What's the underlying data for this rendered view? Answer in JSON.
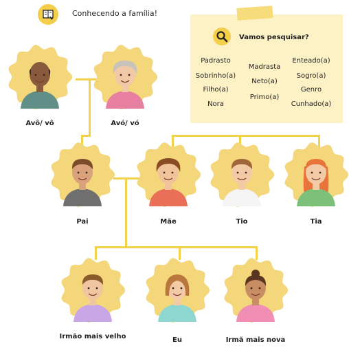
{
  "header": {
    "title": "Conhecendo a família!",
    "icon": "book-pointer-icon"
  },
  "search": {
    "title": "Vamos pesquisar?",
    "icon": "magnifier-icon",
    "col1": [
      "Padrasto",
      "Sobrinho(a)",
      "Filho(a)",
      "Nora"
    ],
    "col2": [
      "Madrasta",
      "Neto(a)",
      "Primo(a)"
    ],
    "col3": [
      "Enteado(a)",
      "Sogro(a)",
      "Genro",
      "Cunhado(a)"
    ]
  },
  "colors": {
    "accent": "#f2d14b",
    "card": "#fdf1c6",
    "blob": "#f3d77a"
  },
  "people": {
    "grandfather": {
      "label": "Avô/ vô",
      "skin": "#8a5a3c",
      "shirt": "#5f8f86",
      "hair": "#3a2a22"
    },
    "grandmother": {
      "label": "Avó/ vó",
      "skin": "#f2c9a6",
      "shirt": "#e77fa0",
      "hair": "#c8c2bb"
    },
    "father": {
      "label": "Pai",
      "skin": "#d9a27a",
      "shirt": "#6f6f6f",
      "hair": "#7a4c2a"
    },
    "mother": {
      "label": "Mãe",
      "skin": "#f0c39b",
      "shirt": "#ea6f57",
      "hair": "#8a4a22"
    },
    "uncle": {
      "label": "Tio",
      "skin": "#f2cba6",
      "shirt": "#f5f5f5",
      "hair": "#a0663a"
    },
    "aunt": {
      "label": "Tia",
      "skin": "#f2cba6",
      "shirt": "#7cc07a",
      "hair": "#e8743b"
    },
    "older_brother": {
      "label": "Irmão mais velho",
      "skin": "#f0c6a0",
      "shirt": "#c9a7e6",
      "hair": "#8a5a2a"
    },
    "me": {
      "label": "Eu",
      "skin": "#f2cba6",
      "shirt": "#8ed7d0",
      "hair": "#b9773d"
    },
    "younger_sister": {
      "label": "Irmã mais nova",
      "skin": "#c98d64",
      "shirt": "#f08fb3",
      "hair": "#5a3622"
    }
  }
}
